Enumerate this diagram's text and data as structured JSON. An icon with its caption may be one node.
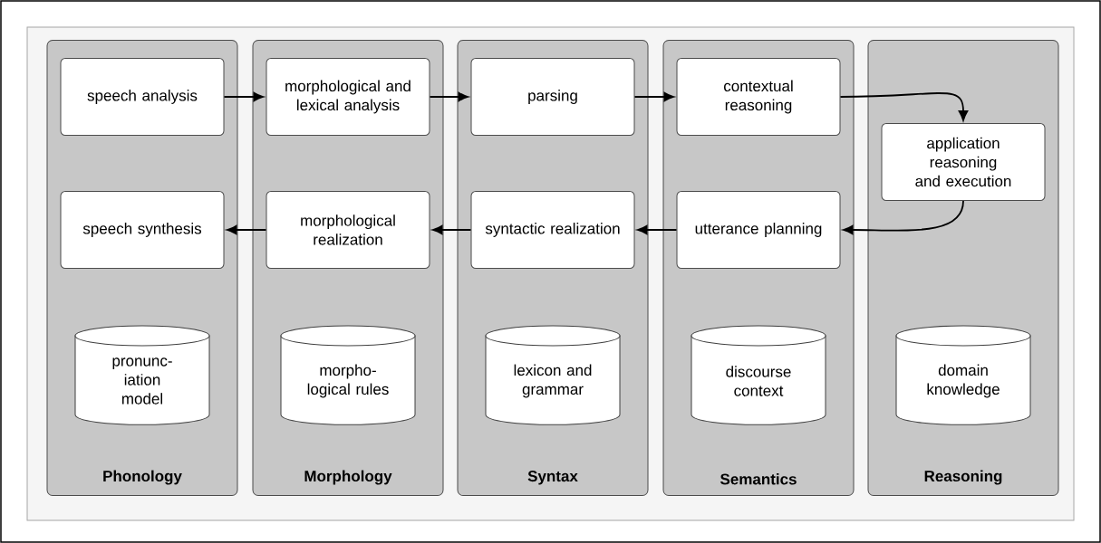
{
  "diagram": {
    "nodes": [
      {
        "text": [
          "Phonology"
        ]
      },
      {
        "text": [
          "speech analysis"
        ],
        "in": 0
      },
      {
        "text": [
          "speech synthesis"
        ],
        "in": 0
      },
      {
        "text": [
          "pronunc- iation model"
        ],
        "in": 0
      },
      {
        "text": [
          "Morphology"
        ]
      },
      {
        "text": [
          "morphological and lexical analysis"
        ],
        "in": 4
      },
      {
        "text": [
          "morphological realization"
        ],
        "in": 4
      },
      {
        "text": [
          "morpho- logical rules"
        ],
        "in": 4
      },
      {
        "text": [
          "Syntax"
        ]
      },
      {
        "text": [
          "parsing"
        ],
        "in": 8
      },
      {
        "text": [
          "syntactic realization"
        ],
        "in": 8
      },
      {
        "text": [
          "lexicon and grammar"
        ],
        "in": 8
      },
      {
        "text": [
          "Semantics"
        ]
      },
      {
        "text": [
          "contextual reasoning"
        ],
        "in": 12
      },
      {
        "text": [
          "utterance planning"
        ],
        "in": 12
      },
      {
        "text": [
          "discourse context"
        ],
        "in": 12
      },
      {
        "text": [
          "Reasoning"
        ]
      },
      {
        "text": [
          "application reasoning and execution"
        ],
        "in": 16
      },
      {
        "text": [
          "domain knowledge"
        ],
        "in": 16
      }
    ],
    "edges": [
      {
        "from": 1,
        "to": 5,
        "arrow": "to"
      },
      {
        "from": 5,
        "to": 9,
        "arrow": "to"
      },
      {
        "from": 9,
        "to": 13,
        "arrow": "to"
      },
      {
        "from": 13,
        "to": 17,
        "arrow": "to"
      },
      {
        "from": 17,
        "to": 14,
        "arrow": "to"
      },
      {
        "from": 14,
        "to": 10,
        "arrow": "to"
      },
      {
        "from": 10,
        "to": 6,
        "arrow": "to"
      },
      {
        "from": 6,
        "to": 2,
        "arrow": "to"
      }
    ]
  }
}
